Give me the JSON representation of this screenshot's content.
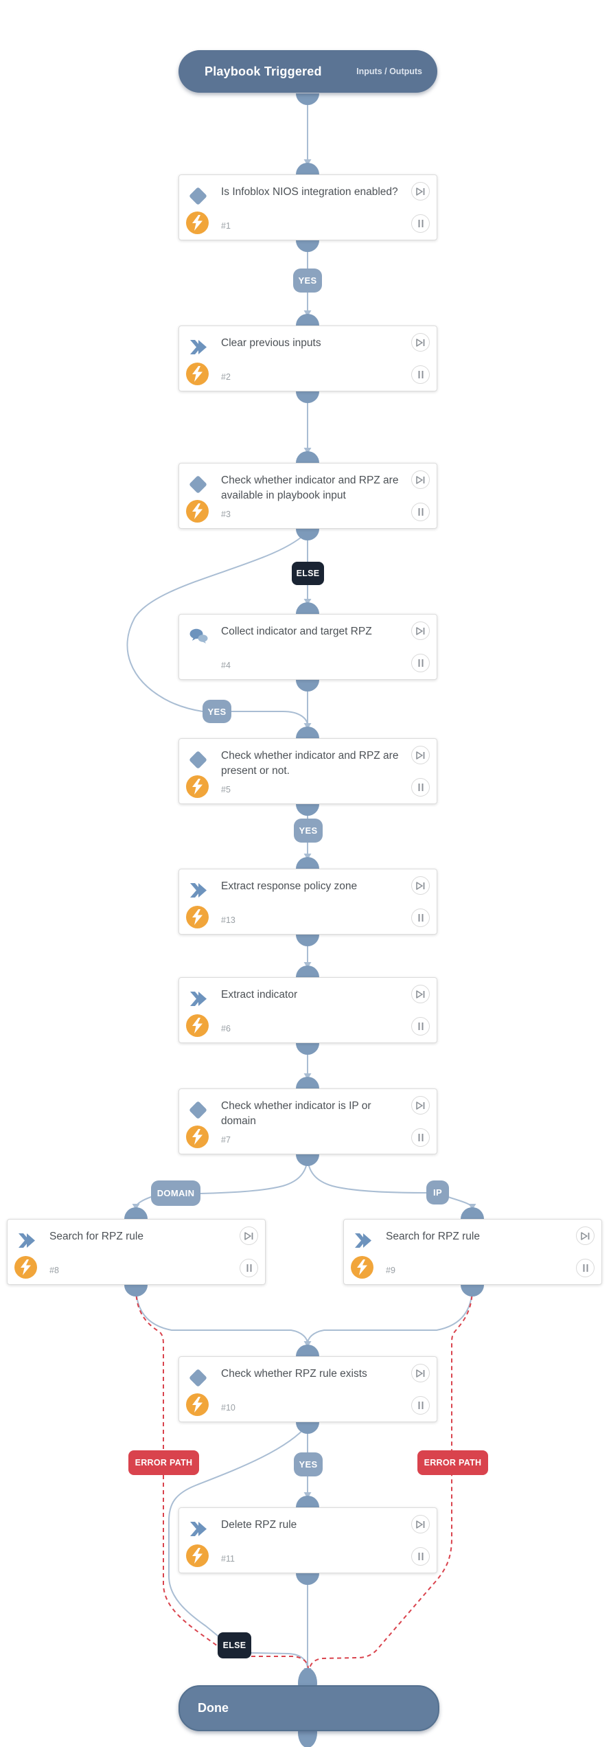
{
  "app": {
    "view": "playbook-workflow-canvas"
  },
  "header": {
    "title": "Playbook Triggered",
    "io_link": "Inputs / Outputs"
  },
  "terminator": {
    "label": "Done"
  },
  "edge_labels": {
    "yes": "YES",
    "else": "ELSE",
    "domain": "DOMAIN",
    "ip": "IP",
    "error": "ERROR PATH"
  },
  "tasks": [
    {
      "id": "#1",
      "title": "Is Infoblox NIOS integration enabled?",
      "type": "condition",
      "has_automation": true
    },
    {
      "id": "#2",
      "title": "Clear previous inputs",
      "type": "action",
      "has_automation": true
    },
    {
      "id": "#3",
      "title": "Check whether indicator and RPZ are available in playbook input",
      "type": "condition",
      "has_automation": true
    },
    {
      "id": "#4",
      "title": "Collect indicator and target RPZ",
      "type": "data-collection",
      "has_automation": false
    },
    {
      "id": "#5",
      "title": "Check whether indicator and RPZ are present or not.",
      "type": "condition",
      "has_automation": true
    },
    {
      "id": "#13",
      "title": "Extract response policy zone",
      "type": "action",
      "has_automation": true
    },
    {
      "id": "#6",
      "title": "Extract indicator",
      "type": "action",
      "has_automation": true
    },
    {
      "id": "#7",
      "title": "Check whether indicator is IP or domain",
      "type": "condition",
      "has_automation": true
    },
    {
      "id": "#8",
      "title": "Search for RPZ rule",
      "type": "action",
      "has_automation": true
    },
    {
      "id": "#9",
      "title": "Search for RPZ rule",
      "type": "action",
      "has_automation": true
    },
    {
      "id": "#10",
      "title": "Check whether RPZ rule exists",
      "type": "condition",
      "has_automation": true
    },
    {
      "id": "#11",
      "title": "Delete RPZ rule",
      "type": "action",
      "has_automation": true
    }
  ],
  "icons": {
    "condition": "blue-diamond",
    "action": "double-chevron-right",
    "data-collection": "chat-bubbles",
    "automation": "lightning-bolt-orange-circle",
    "skip": "skip-forward-circle",
    "pause": "pause-circle"
  },
  "colors": {
    "header_bg": "#5b7494",
    "done_bg": "#637e9e",
    "edge_line": "#a9bdd3",
    "error_line": "#d9434d",
    "connector": "#7d9aba",
    "badge_bg": "#8ba3bf",
    "else_badge_bg": "#1a2433",
    "error_badge_bg": "#d9434d",
    "automation_icon_bg": "#f1a53a",
    "condition_icon": "#84a0bf",
    "action_icon": "#6d93bd",
    "card_border": "#dcdcdc",
    "title_text": "#4c5156",
    "id_text": "#9aa0a5"
  }
}
